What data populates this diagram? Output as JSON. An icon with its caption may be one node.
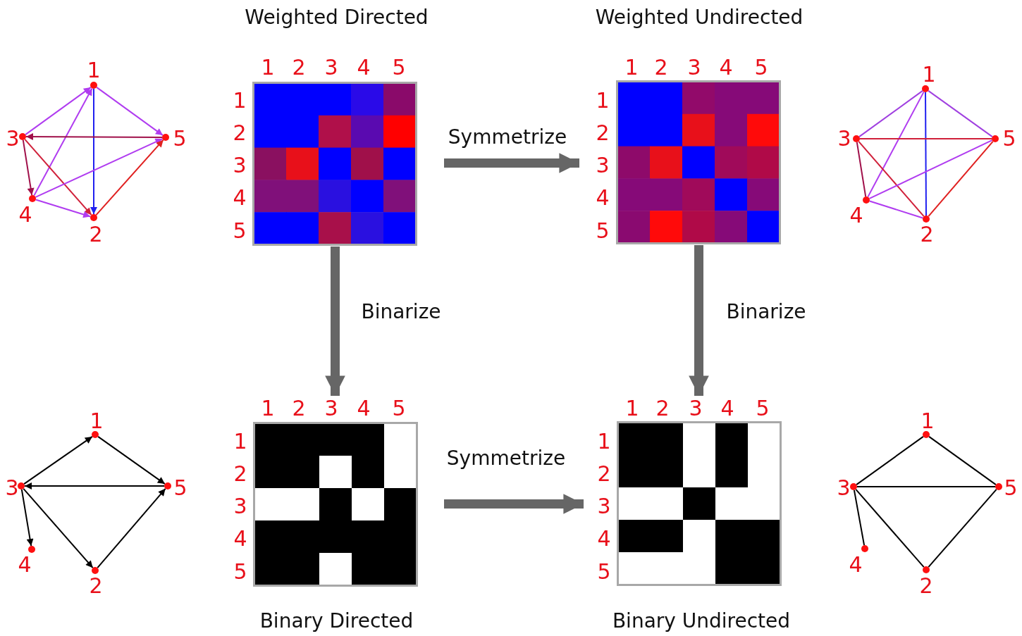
{
  "diagram": {
    "nodes": [
      {
        "text": [],
        "shape": "circle",
        "beside": [
          "1"
        ]
      },
      {
        "text": [],
        "shape": "circle",
        "beside": [
          "3"
        ]
      },
      {
        "text": [],
        "shape": "circle",
        "beside": [
          "5"
        ]
      },
      {
        "text": [],
        "shape": "circle",
        "beside": [
          "4"
        ]
      },
      {
        "text": [],
        "shape": "circle",
        "beside": [
          "2"
        ]
      },
      {
        "text": [
          "Weighted Directed"
        ],
        "beside": [
          "1",
          "2",
          "3",
          "4",
          "5",
          "1",
          "2",
          "3",
          "4",
          "5"
        ]
      },
      {
        "text": [
          "Weighted Undirected"
        ],
        "beside": [
          "1",
          "2",
          "3",
          "4",
          "5",
          "1",
          "2",
          "3",
          "4",
          "5"
        ]
      },
      {
        "text": [],
        "shape": "circle",
        "beside": [
          "1"
        ]
      },
      {
        "text": [],
        "shape": "circle",
        "beside": [
          "3"
        ]
      },
      {
        "text": [],
        "shape": "circle",
        "beside": [
          "5"
        ]
      },
      {
        "text": [],
        "shape": "circle",
        "beside": [
          "4"
        ]
      },
      {
        "text": [],
        "shape": "circle",
        "beside": [
          "2"
        ]
      },
      {
        "text": [],
        "shape": "circle",
        "beside": [
          "1"
        ]
      },
      {
        "text": [],
        "shape": "circle",
        "beside": [
          "3"
        ]
      },
      {
        "text": [],
        "shape": "circle",
        "beside": [
          "5"
        ]
      },
      {
        "text": [],
        "shape": "circle",
        "beside": [
          "4"
        ]
      },
      {
        "text": [],
        "shape": "circle",
        "beside": [
          "2"
        ]
      },
      {
        "text": [
          "Binary Directed"
        ],
        "beside": [
          "1",
          "2",
          "3",
          "4",
          "5",
          "1",
          "2",
          "3",
          "4",
          "5"
        ]
      },
      {
        "text": [
          "Binary Undirected"
        ],
        "beside": [
          "1",
          "2",
          "3",
          "4",
          "5",
          "1",
          "2",
          "3",
          "4",
          "5"
        ]
      },
      {
        "text": [],
        "shape": "circle",
        "beside": [
          "1"
        ]
      },
      {
        "text": [],
        "shape": "circle",
        "beside": [
          "3"
        ]
      },
      {
        "text": [],
        "shape": "circle",
        "beside": [
          "5"
        ]
      },
      {
        "text": [],
        "shape": "circle",
        "beside": [
          "4"
        ]
      },
      {
        "text": [],
        "shape": "circle",
        "beside": [
          "2"
        ]
      }
    ],
    "edges": [
      {
        "from": 1,
        "to": 0,
        "arrow": "to",
        "color": "#b03cf0"
      },
      {
        "from": 3,
        "to": 0,
        "arrow": "to",
        "color": "#b03cf0"
      },
      {
        "from": 0,
        "to": 4,
        "arrow": "to",
        "color": "#2020f0"
      },
      {
        "from": 0,
        "to": 2,
        "arrow": "to",
        "color": "#b03cf0"
      },
      {
        "from": 2,
        "to": 1,
        "arrow": "to",
        "color": "#a0104a"
      },
      {
        "from": 1,
        "to": 3,
        "arrow": "to",
        "color": "#a0104a"
      },
      {
        "from": 1,
        "to": 4,
        "arrow": "to",
        "color": "#d0203a"
      },
      {
        "from": 3,
        "to": 2,
        "arrow": "to",
        "color": "#b03cf0"
      },
      {
        "from": 3,
        "to": 4,
        "arrow": "to",
        "color": "#b03cf0"
      },
      {
        "from": 4,
        "to": 2,
        "arrow": "to",
        "color": "#e02020"
      },
      {
        "from": 7,
        "to": 8,
        "arrow": "none",
        "color": "#a040e0"
      },
      {
        "from": 7,
        "to": 10,
        "arrow": "none",
        "color": "#b03cf0"
      },
      {
        "from": 7,
        "to": 11,
        "arrow": "none",
        "color": "#2020f0"
      },
      {
        "from": 7,
        "to": 9,
        "arrow": "none",
        "color": "#a040e0"
      },
      {
        "from": 8,
        "to": 9,
        "arrow": "none",
        "color": "#d0203a"
      },
      {
        "from": 8,
        "to": 10,
        "arrow": "none",
        "color": "#a0104a"
      },
      {
        "from": 8,
        "to": 11,
        "arrow": "none",
        "color": "#d0203a"
      },
      {
        "from": 10,
        "to": 9,
        "arrow": "none",
        "color": "#b03cf0"
      },
      {
        "from": 10,
        "to": 11,
        "arrow": "none",
        "color": "#b03cf0"
      },
      {
        "from": 11,
        "to": 9,
        "arrow": "none",
        "color": "#e02020"
      },
      {
        "from": 13,
        "to": 12,
        "arrow": "to"
      },
      {
        "from": 12,
        "to": 14,
        "arrow": "to"
      },
      {
        "from": 14,
        "to": 13,
        "arrow": "to"
      },
      {
        "from": 13,
        "to": 15,
        "arrow": "to"
      },
      {
        "from": 13,
        "to": 16,
        "arrow": "to"
      },
      {
        "from": 16,
        "to": 14,
        "arrow": "to"
      },
      {
        "from": 20,
        "to": 19,
        "arrow": "none"
      },
      {
        "from": 19,
        "to": 21,
        "arrow": "none"
      },
      {
        "from": 20,
        "to": 21,
        "arrow": "none"
      },
      {
        "from": 20,
        "to": 22,
        "arrow": "none"
      },
      {
        "from": 20,
        "to": 23,
        "arrow": "none"
      },
      {
        "from": 23,
        "to": 21,
        "arrow": "none"
      },
      {
        "from": 5,
        "to": 6,
        "arrow": "to",
        "label": "Symmetrize",
        "style": "thick",
        "color": "#666666"
      },
      {
        "from": 5,
        "to": 17,
        "arrow": "to",
        "label": "Binarize",
        "style": "thick",
        "color": "#666666"
      },
      {
        "from": 6,
        "to": 18,
        "arrow": "to",
        "label": "Binarize",
        "style": "thick",
        "color": "#666666"
      },
      {
        "from": 17,
        "to": 18,
        "arrow": "to",
        "label": "Symmetrize",
        "style": "thick",
        "color": "#666666"
      }
    ]
  }
}
